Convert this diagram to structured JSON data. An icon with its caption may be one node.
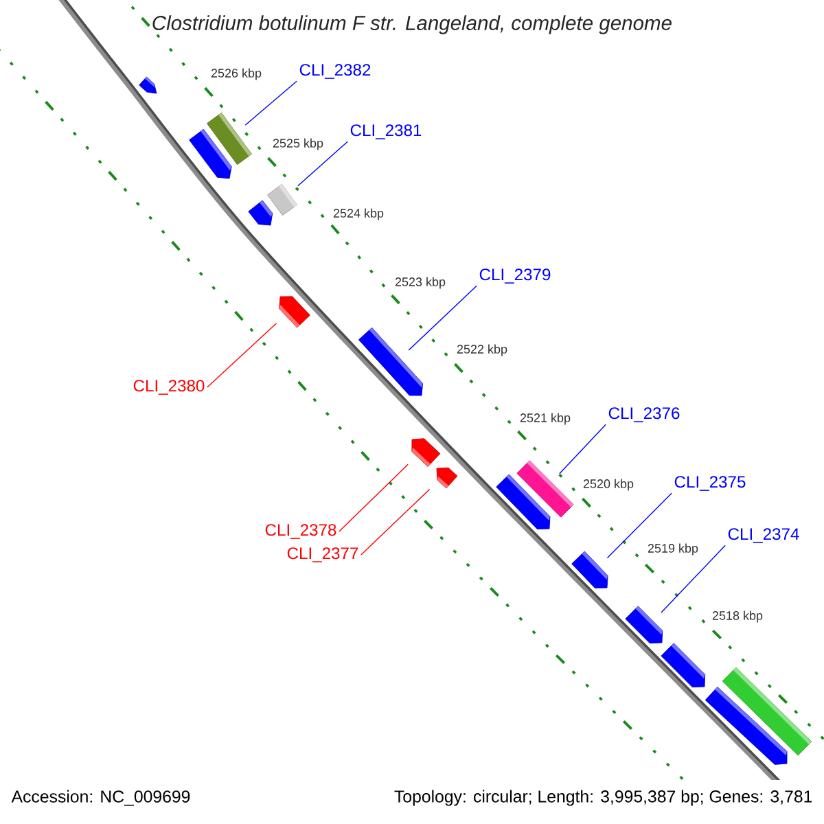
{
  "diagram": {
    "title": "Clostridium botulinum F str. Langeland, complete genome",
    "nodes": [
      {
        "text": [
          "CLI_2382"
        ]
      },
      {
        "text": [
          "CLI_2381"
        ]
      },
      {
        "text": [
          "CLI_2379"
        ]
      },
      {
        "text": [
          "CLI_2380"
        ]
      },
      {
        "text": [
          "CLI_2376"
        ]
      },
      {
        "text": [
          "CLI_2375"
        ]
      },
      {
        "text": [
          "CLI_2378"
        ]
      },
      {
        "text": [
          "CLI_2374"
        ]
      },
      {
        "text": [
          "CLI_2377"
        ]
      },
      {
        "text": [],
        "shape": "pentagon"
      },
      {
        "text": [],
        "shape": "box"
      },
      {
        "text": [],
        "shape": "pentagon"
      },
      {
        "text": [],
        "shape": "box"
      },
      {
        "text": [],
        "shape": "pentagon"
      },
      {
        "text": [],
        "shape": "pentagon"
      },
      {
        "text": [],
        "shape": "pentagon"
      },
      {
        "text": [],
        "shape": "pentagon"
      },
      {
        "text": [],
        "shape": "pentagon"
      },
      {
        "text": [],
        "shape": "box"
      },
      {
        "text": [],
        "shape": "pentagon"
      },
      {
        "text": [],
        "shape": "pentagon"
      },
      {
        "text": [],
        "shape": "pentagon"
      },
      {
        "text": [],
        "shape": "pentagon"
      },
      {
        "text": [],
        "shape": "box"
      },
      {
        "text": [],
        "shape": "pentagon"
      }
    ],
    "edges": [
      {
        "from": 0,
        "to": 10,
        "arrow": "none"
      },
      {
        "from": 1,
        "to": 12,
        "arrow": "none"
      },
      {
        "from": 2,
        "to": 15,
        "arrow": "none"
      },
      {
        "from": 3,
        "to": 14,
        "arrow": "none",
        "color": "#ff0000"
      },
      {
        "from": 4,
        "to": 18,
        "arrow": "none"
      },
      {
        "from": 5,
        "to": 20,
        "arrow": "none"
      },
      {
        "from": 6,
        "to": 16,
        "arrow": "none",
        "color": "#ff0000"
      },
      {
        "from": 7,
        "to": 21,
        "arrow": "none"
      },
      {
        "from": 8,
        "to": 17,
        "arrow": "none",
        "color": "#ff0000"
      }
    ],
    "labels": [
      "2526 kbp",
      "2525 kbp",
      "2524 kbp",
      "2523 kbp",
      "2522 kbp",
      "2521 kbp",
      "2520 kbp",
      "2519 kbp",
      "2518 kbp",
      "Accession: NC_009699",
      "Topology: circular; Length: 3,995,387 bp; Genes: 3,781"
    ]
  }
}
